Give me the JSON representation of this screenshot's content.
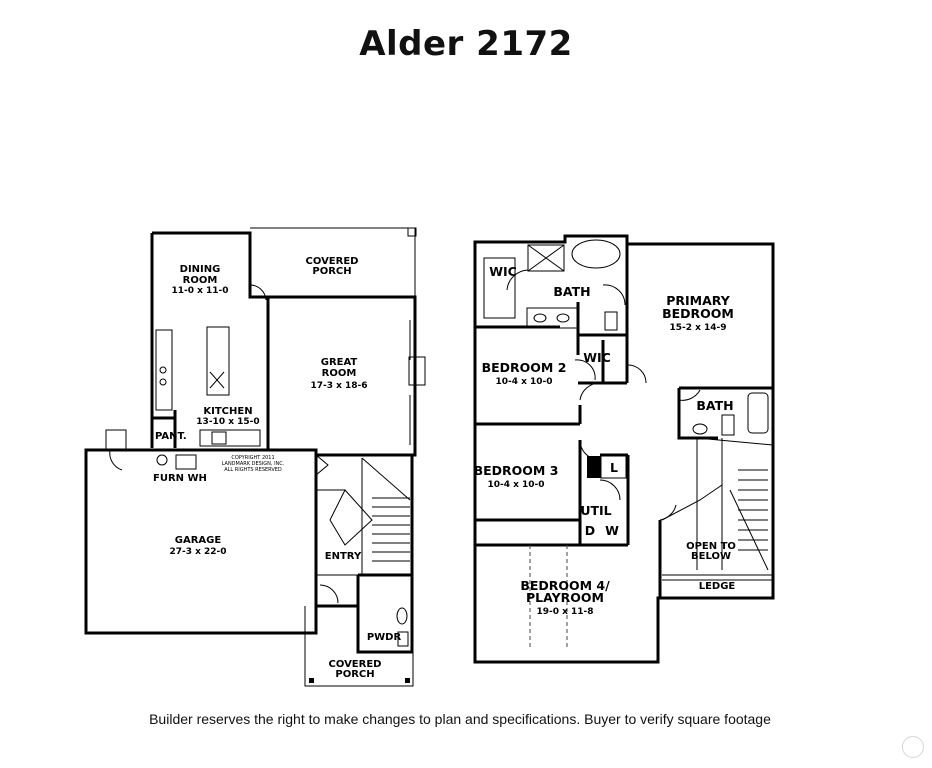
{
  "title": "Alder 2172",
  "disclaimer": "Builder reserves the right to make changes to plan and specifications. Buyer to verify square footage",
  "main_floor": {
    "dining_room": {
      "name_1": "DINING",
      "name_2": "ROOM",
      "dims": "11-0 x 11-0"
    },
    "covered_porch_rear": {
      "name_1": "COVERED",
      "name_2": "PORCH"
    },
    "great_room": {
      "name_1": "GREAT",
      "name_2": "ROOM",
      "dims": "17-3 x 18-6"
    },
    "kitchen": {
      "name": "KITCHEN",
      "dims": "13-10 x 15-0"
    },
    "pantry": "PANT.",
    "furn_wh": "FURN WH",
    "copyright": {
      "line_1": "COPYRIGHT 2011",
      "line_2": "LANDMARK DESIGN, INC.",
      "line_3": "ALL RIGHTS RESERVED"
    },
    "garage": {
      "name": "GARAGE",
      "dims": "27-3 x 22-0"
    },
    "entry": "ENTRY",
    "powder": "PWDR",
    "covered_porch_front": {
      "name_1": "COVERED",
      "name_2": "PORCH"
    }
  },
  "upper_floor": {
    "wic_1": "WIC",
    "bath_1": "BATH",
    "primary_bedroom": {
      "name_1": "PRIMARY",
      "name_2": "BEDROOM",
      "dims": "15-2 x 14-9"
    },
    "bedroom_2": {
      "name": "BEDROOM 2",
      "dims": "10-4 x 10-0"
    },
    "wic_2": "WIC",
    "bath_2": "BATH",
    "bedroom_3": {
      "name": "BEDROOM 3",
      "dims": "10-4 x 10-0"
    },
    "linen": "L",
    "util": "UTIL",
    "dryer": "D",
    "washer": "W",
    "open_to_below": {
      "line_1": "OPEN TO",
      "line_2": "BELOW"
    },
    "bedroom_4": {
      "name_1": "BEDROOM 4/",
      "name_2": "PLAYROOM",
      "dims": "19-0 x 11-8"
    },
    "ledge": "LEDGE"
  }
}
